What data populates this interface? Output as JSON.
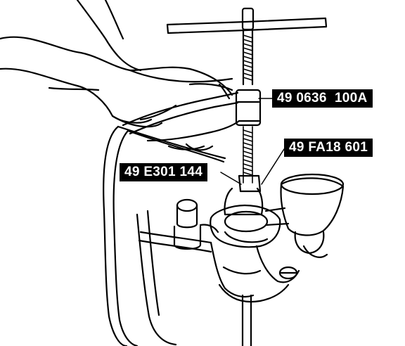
{
  "labels": {
    "press_tool": "49 0636  100A",
    "adapter": "49 FA18 601",
    "attachment": "49 E301 144"
  },
  "colors": {
    "ink": "#000000",
    "paper": "#ffffff",
    "label_bg": "#000000",
    "label_text": "#ffffff"
  }
}
